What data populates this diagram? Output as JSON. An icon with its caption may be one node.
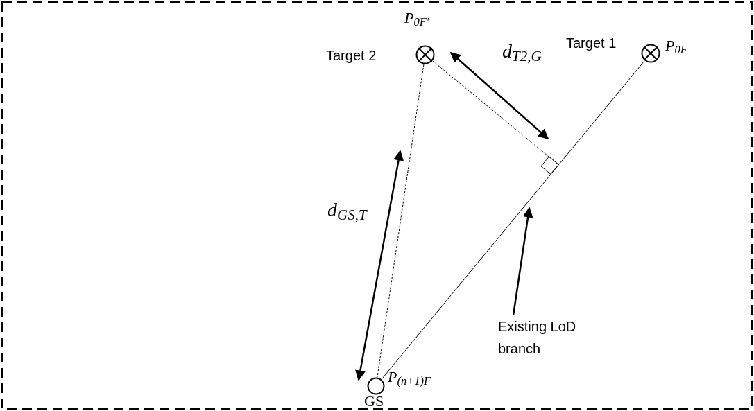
{
  "diagram": {
    "nodes": [
      {
        "text": [],
        "shape": "circle",
        "beside": [
          "Target 2",
          "P$_{0F′}$"
        ]
      },
      {
        "text": [],
        "shape": "circle",
        "beside": [
          "Target 1",
          "P$_{0F}$"
        ]
      },
      {
        "text": [],
        "shape": "circle",
        "beside": [
          "P$_{(n+1)F}$",
          "GS"
        ]
      },
      {
        "text": [],
        "shape": "diamond"
      },
      {
        "text": [
          "Existing LoD branch"
        ]
      }
    ],
    "edges": [
      {
        "from": 0,
        "to": 2,
        "arrow": "none",
        "style": "dashed"
      },
      {
        "from": 2,
        "to": 1,
        "arrow": "none"
      },
      {
        "from": 0,
        "to": 3,
        "arrow": "none",
        "style": "dashed"
      },
      {
        "from": 4,
        "to": null,
        "arrow": "to"
      }
    ],
    "labels": [
      "d$_{T2,G}$",
      "d$_{GS,T}$"
    ]
  }
}
